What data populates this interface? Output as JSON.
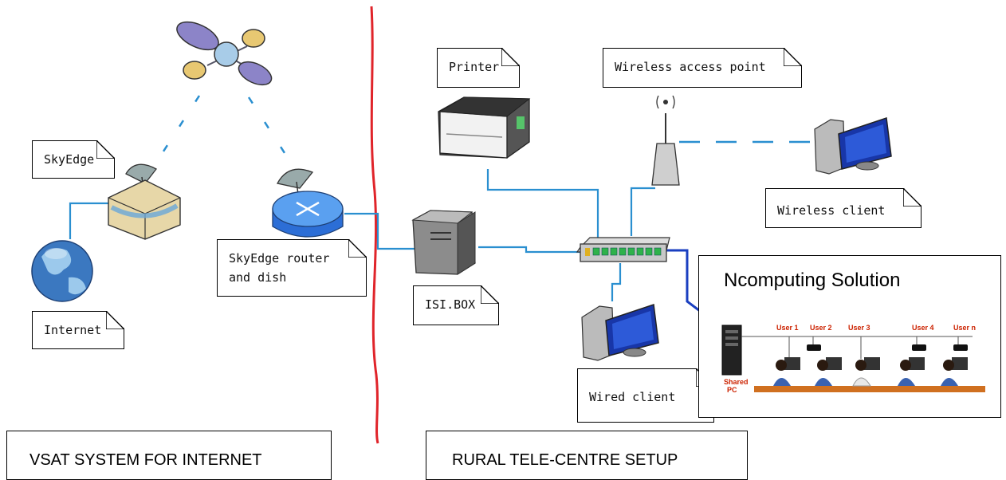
{
  "notes": {
    "skyedge": "SkyEdge",
    "internet": "Internet",
    "router_line1": "SkyEdge router",
    "router_line2": "and dish",
    "isibox": "ISI.BOX",
    "printer": "Printer",
    "wap": "Wireless access point",
    "wireless_client": "Wireless client",
    "wired_client": "Wired client"
  },
  "sections": {
    "vsat": "VSAT SYSTEM FOR INTERNET",
    "rural": "RURAL TELE-CENTRE SETUP"
  },
  "ncomputing": {
    "title": "Ncomputing Solution",
    "users": [
      "User 1",
      "User 2",
      "User 3",
      "User 4",
      "User n"
    ],
    "shared_line1": "Shared",
    "shared_line2": "PC"
  },
  "colors": {
    "link": "#2a8fd0",
    "divider": "#e0242a",
    "dark_link": "#1a3fc0"
  }
}
